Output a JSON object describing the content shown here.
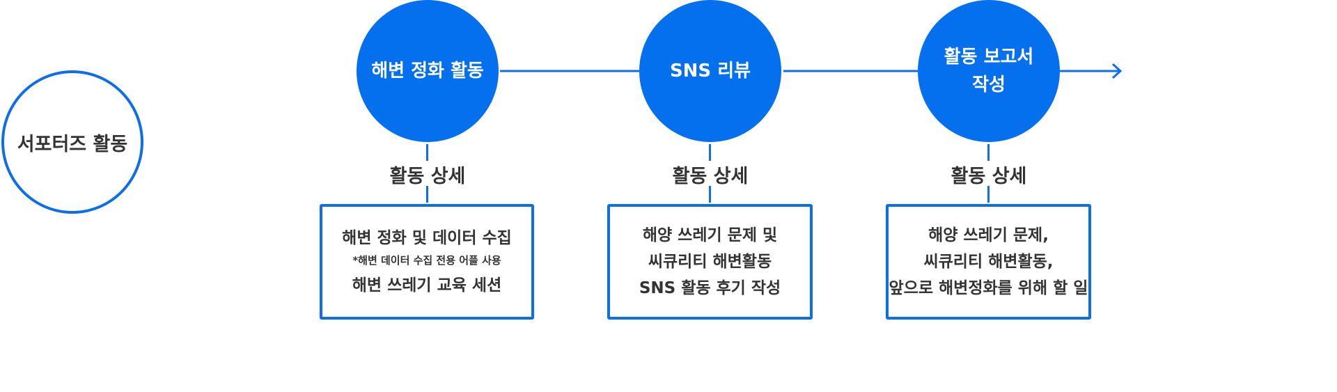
{
  "colors": {
    "accent": "#0570ed",
    "outline": "#0d6fe8",
    "text": "#333333"
  },
  "supporter": {
    "label": "서포터즈 활동"
  },
  "steps": [
    {
      "title": [
        "해변 정화 활동"
      ],
      "detail_label": "활동 상세",
      "details": [
        "해변 정화 및 데이터 수집"
      ],
      "note": "*해변 데이터 수집 전용 어플 사용",
      "details_after": [
        "해변 쓰레기 교육 세션"
      ]
    },
    {
      "title": [
        "SNS 리뷰"
      ],
      "detail_label": "활동 상세",
      "details": [
        "해양 쓰레기 문제 및",
        "씨큐리티 해변활동",
        "SNS 활동 후기 작성"
      ]
    },
    {
      "title": [
        "활동 보고서",
        "작성"
      ],
      "detail_label": "활동 상세",
      "details": [
        "해양 쓰레기 문제,",
        "씨큐리티 해변활동,",
        "앞으로 해변정화를 위해 할 일"
      ]
    }
  ]
}
